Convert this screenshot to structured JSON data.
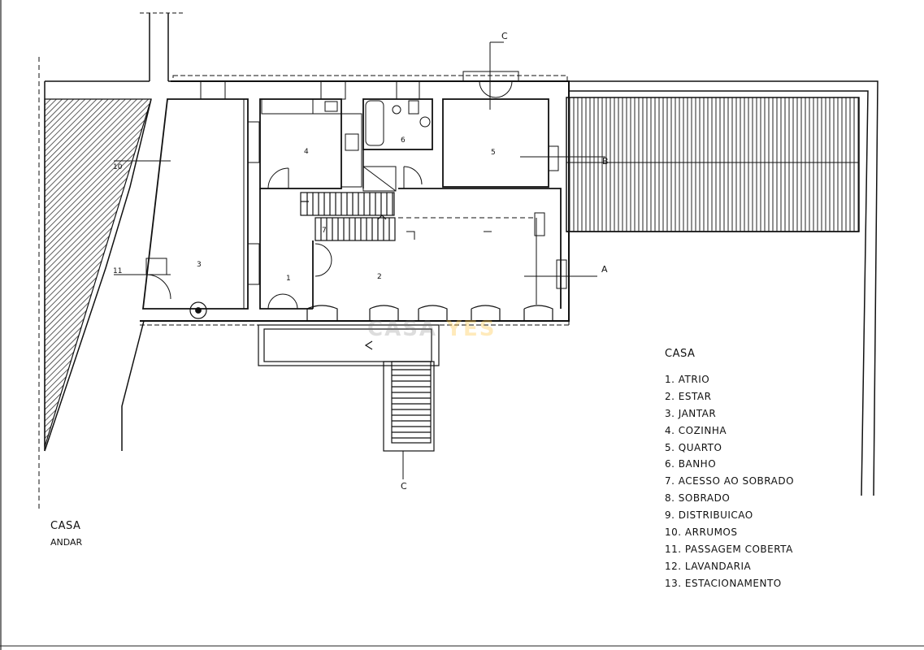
{
  "plan": {
    "rooms": [
      {
        "id": "1"
      },
      {
        "id": "2"
      },
      {
        "id": "3"
      },
      {
        "id": "4"
      },
      {
        "id": "5"
      },
      {
        "id": "6"
      },
      {
        "id": "7"
      },
      {
        "id": "10"
      },
      {
        "id": "11"
      }
    ],
    "section_marks": {
      "c_top": "C",
      "c_bottom": "C",
      "a": "A",
      "b": "B"
    },
    "watermark_left": "CASA",
    "watermark_right": "YES"
  },
  "legend": {
    "title": "CASA",
    "items": [
      "1. ATRIO",
      "2. ESTAR",
      "3. JANTAR",
      "4. COZINHA",
      "5. QUARTO",
      "6. BANHO",
      "7. ACESSO AO SOBRADO",
      "8. SOBRADO",
      "9. DISTRIBUICAO",
      "10. ARRUMOS",
      "11. PASSAGEM COBERTA",
      "12. LAVANDARIA",
      "13. ESTACIONAMENTO"
    ]
  },
  "footer": {
    "title": "CASA",
    "subtitle": "ANDAR"
  },
  "colors": {
    "ink": "#111111",
    "hatch": "#333333"
  }
}
